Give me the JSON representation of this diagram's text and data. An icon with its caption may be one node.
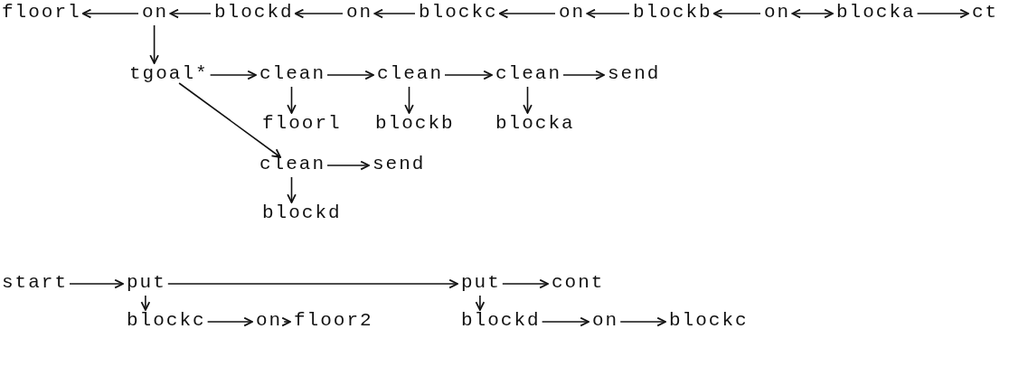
{
  "diagram": {
    "nodes": [
      {
        "text": [
          "floorl"
        ]
      },
      {
        "text": [
          "on"
        ]
      },
      {
        "text": [
          "blockd"
        ]
      },
      {
        "text": [
          "on"
        ]
      },
      {
        "text": [
          "blockc"
        ]
      },
      {
        "text": [
          "on"
        ]
      },
      {
        "text": [
          "blockb"
        ]
      },
      {
        "text": [
          "on"
        ]
      },
      {
        "text": [
          "blocka"
        ]
      },
      {
        "text": [
          "ct"
        ]
      },
      {
        "text": [
          "tgoal*"
        ]
      },
      {
        "text": [
          "clean"
        ]
      },
      {
        "text": [
          "clean"
        ]
      },
      {
        "text": [
          "clean"
        ]
      },
      {
        "text": [
          "send"
        ]
      },
      {
        "text": [
          "floorl"
        ]
      },
      {
        "text": [
          "blockb"
        ]
      },
      {
        "text": [
          "blocka"
        ]
      },
      {
        "text": [
          "clean"
        ]
      },
      {
        "text": [
          "send"
        ]
      },
      {
        "text": [
          "blockd"
        ]
      },
      {
        "text": [
          "start"
        ]
      },
      {
        "text": [
          "put"
        ]
      },
      {
        "text": [
          "put"
        ]
      },
      {
        "text": [
          "cont"
        ]
      },
      {
        "text": [
          "blockc"
        ]
      },
      {
        "text": [
          "on"
        ]
      },
      {
        "text": [
          "floor2"
        ]
      },
      {
        "text": [
          "blockd"
        ]
      },
      {
        "text": [
          "on"
        ]
      },
      {
        "text": [
          "blockc"
        ]
      }
    ],
    "edges": [
      {
        "from": 1,
        "to": 0,
        "arrow": "to"
      },
      {
        "from": 2,
        "to": 1,
        "arrow": "to"
      },
      {
        "from": 3,
        "to": 2,
        "arrow": "to"
      },
      {
        "from": 4,
        "to": 3,
        "arrow": "to"
      },
      {
        "from": 5,
        "to": 4,
        "arrow": "to"
      },
      {
        "from": 6,
        "to": 5,
        "arrow": "to"
      },
      {
        "from": 7,
        "to": 6,
        "arrow": "to"
      },
      {
        "from": 7,
        "to": 8,
        "arrow": "both"
      },
      {
        "from": 8,
        "to": 9,
        "arrow": "to"
      },
      {
        "from": 1,
        "to": 10,
        "arrow": "to"
      },
      {
        "from": 10,
        "to": 11,
        "arrow": "to"
      },
      {
        "from": 11,
        "to": 12,
        "arrow": "to"
      },
      {
        "from": 12,
        "to": 13,
        "arrow": "to"
      },
      {
        "from": 13,
        "to": 14,
        "arrow": "to"
      },
      {
        "from": 11,
        "to": 15,
        "arrow": "to"
      },
      {
        "from": 12,
        "to": 16,
        "arrow": "to"
      },
      {
        "from": 13,
        "to": 17,
        "arrow": "to"
      },
      {
        "from": 10,
        "to": 18,
        "arrow": "to"
      },
      {
        "from": 18,
        "to": 19,
        "arrow": "to"
      },
      {
        "from": 18,
        "to": 20,
        "arrow": "to"
      },
      {
        "from": 21,
        "to": 22,
        "arrow": "to"
      },
      {
        "from": 22,
        "to": 23,
        "arrow": "to"
      },
      {
        "from": 23,
        "to": 24,
        "arrow": "to"
      },
      {
        "from": 22,
        "to": 25,
        "arrow": "to"
      },
      {
        "from": 25,
        "to": 26,
        "arrow": "to"
      },
      {
        "from": 26,
        "to": 27,
        "arrow": "to"
      },
      {
        "from": 23,
        "to": 28,
        "arrow": "to"
      },
      {
        "from": 28,
        "to": 29,
        "arrow": "to"
      },
      {
        "from": 29,
        "to": 30,
        "arrow": "to"
      }
    ]
  }
}
